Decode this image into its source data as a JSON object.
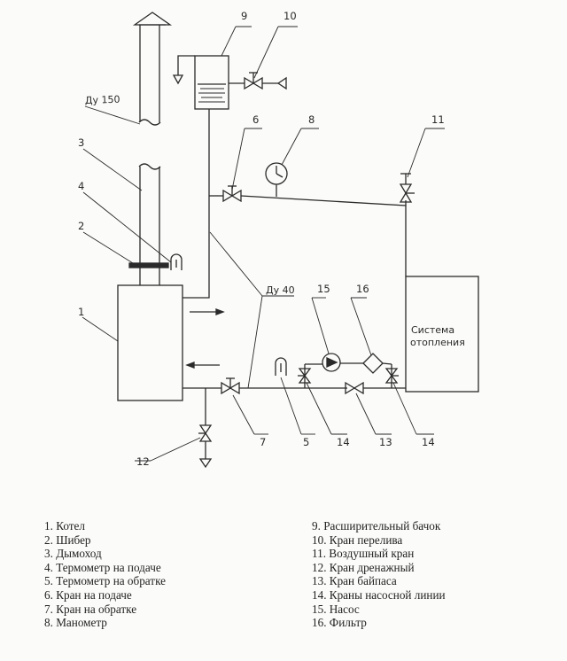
{
  "diagram": {
    "labels": {
      "du150": "Ду 150",
      "du40": "Ду 40",
      "system_line1": "Система",
      "system_line2": "отопления"
    },
    "callouts": [
      "1",
      "2",
      "3",
      "4",
      "5",
      "6",
      "7",
      "8",
      "9",
      "10",
      "11",
      "12",
      "13",
      "14",
      "14",
      "15",
      "16"
    ]
  },
  "legend": {
    "left": [
      "1. Котел",
      "2. Шибер",
      "3. Дымоход",
      "4. Термометр на подаче",
      "5. Термометр на обратке",
      "6. Кран на подаче",
      "7. Кран на обратке",
      "8. Манометр"
    ],
    "right": [
      "9. Расширительный бачок",
      "10. Кран перелива",
      "11. Воздушный кран",
      "12. Кран дренажный",
      "13. Кран байпаса",
      "14. Краны насосной линии",
      "15. Насос",
      "16. Фильтр"
    ]
  }
}
